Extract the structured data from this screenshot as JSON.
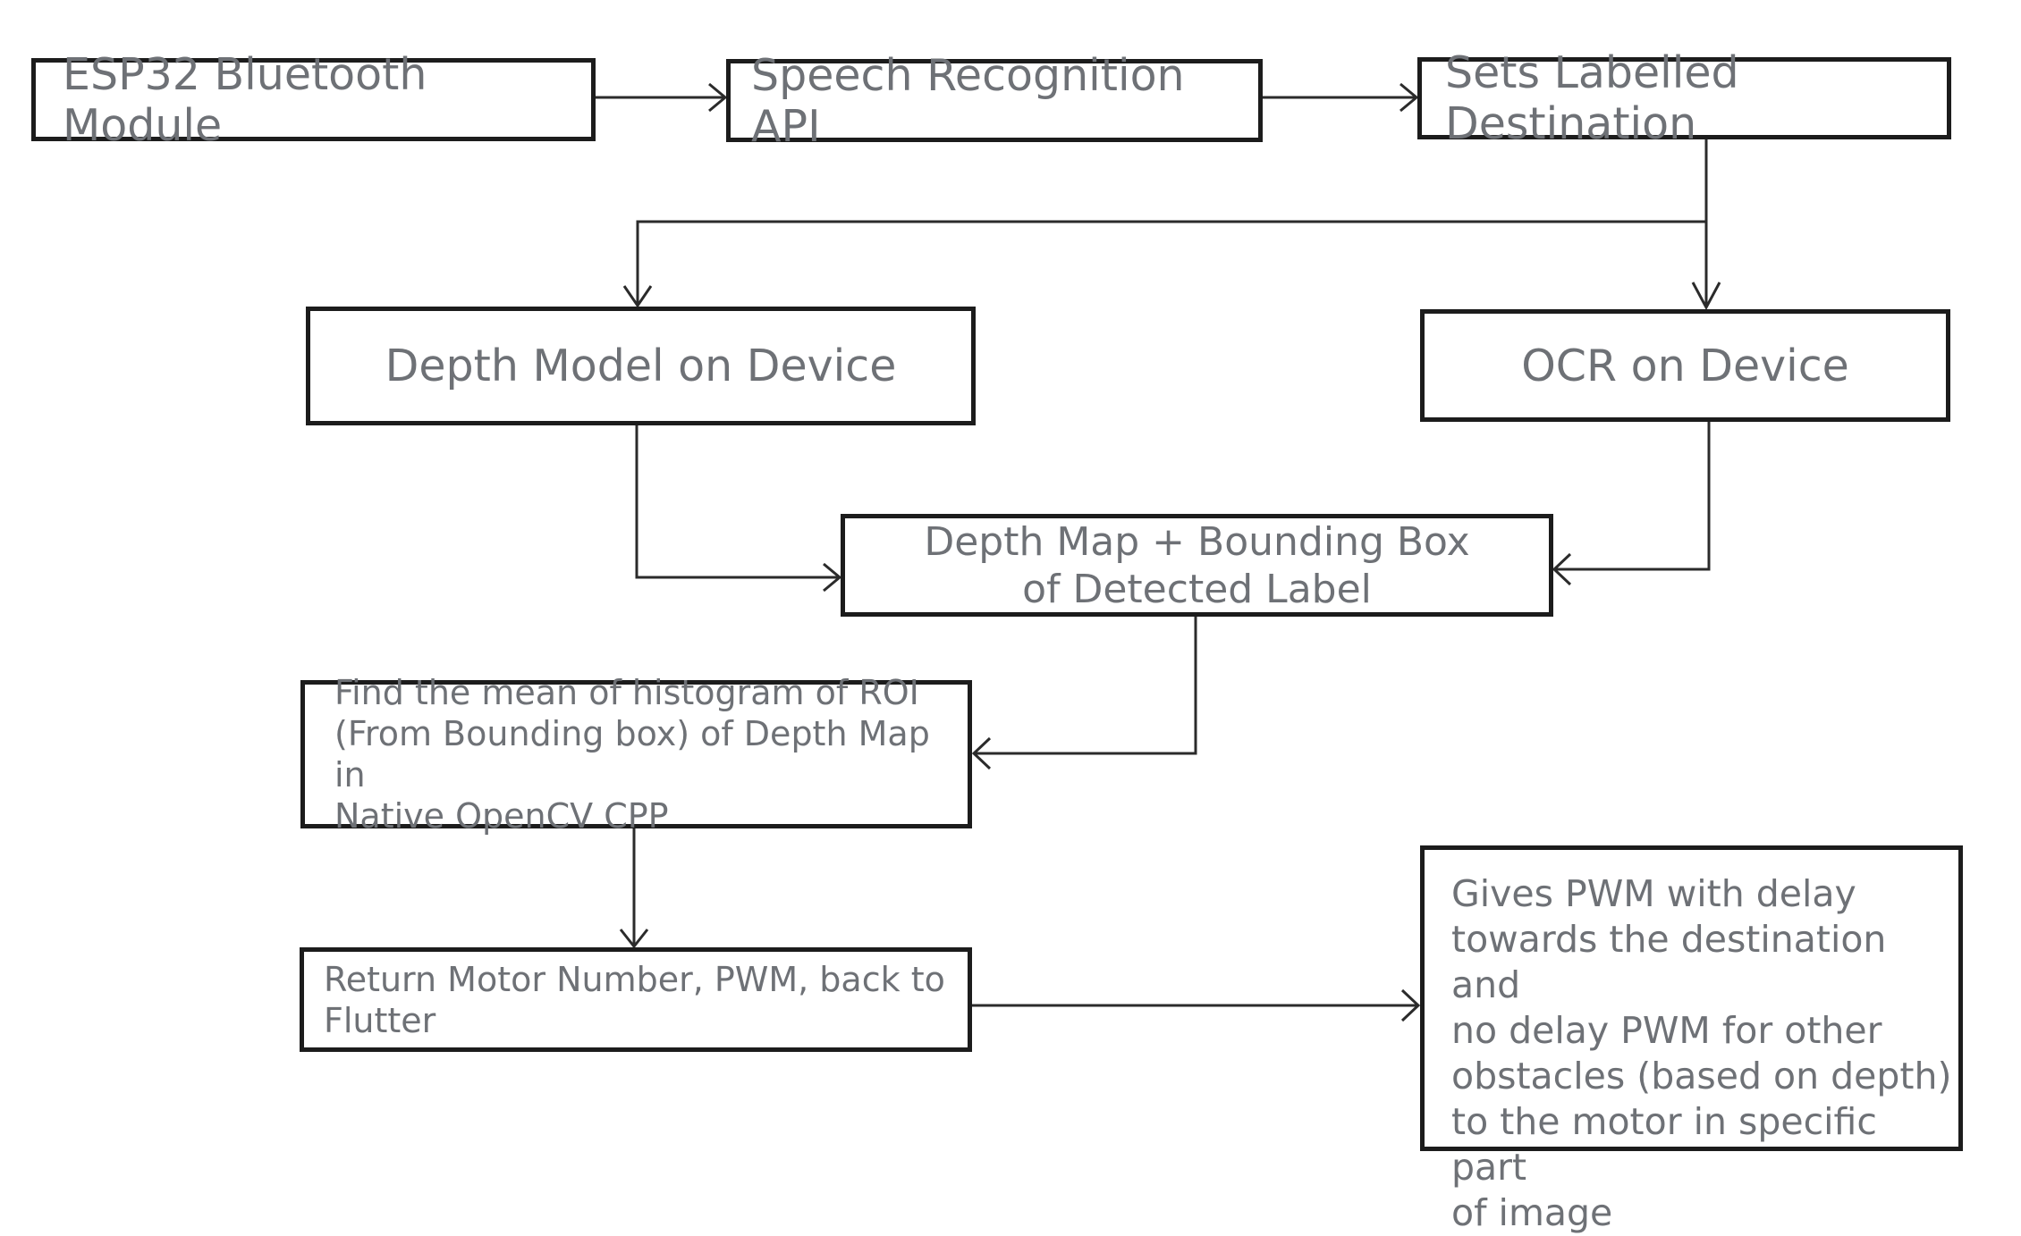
{
  "nodes": {
    "esp32": "ESP32 Bluetooth Module",
    "speech": "Speech Recognition API",
    "sets": "Sets Labelled Destination",
    "depth_model": "Depth Model on Device",
    "ocr": "OCR on Device",
    "depth_map": "Depth Map + Bounding Box\nof Detected Label",
    "histogram": "Find the mean of histogram of ROI\n(From Bounding box) of Depth Map in\nNative OpenCV CPP",
    "return_motor": "Return Motor Number, PWM, back to\nFlutter",
    "gives_pwm": "Gives PWM with delay\ntowards the destination and\nno delay PWM for other\nobstacles (based on depth)\nto the motor in specific part\nof image"
  },
  "edges": [
    {
      "from": "esp32",
      "to": "speech"
    },
    {
      "from": "speech",
      "to": "sets"
    },
    {
      "from": "sets",
      "to": "depth_model"
    },
    {
      "from": "sets",
      "to": "ocr"
    },
    {
      "from": "depth_model",
      "to": "depth_map"
    },
    {
      "from": "ocr",
      "to": "depth_map"
    },
    {
      "from": "depth_map",
      "to": "histogram"
    },
    {
      "from": "histogram",
      "to": "return_motor"
    },
    {
      "from": "return_motor",
      "to": "gives_pwm"
    }
  ]
}
